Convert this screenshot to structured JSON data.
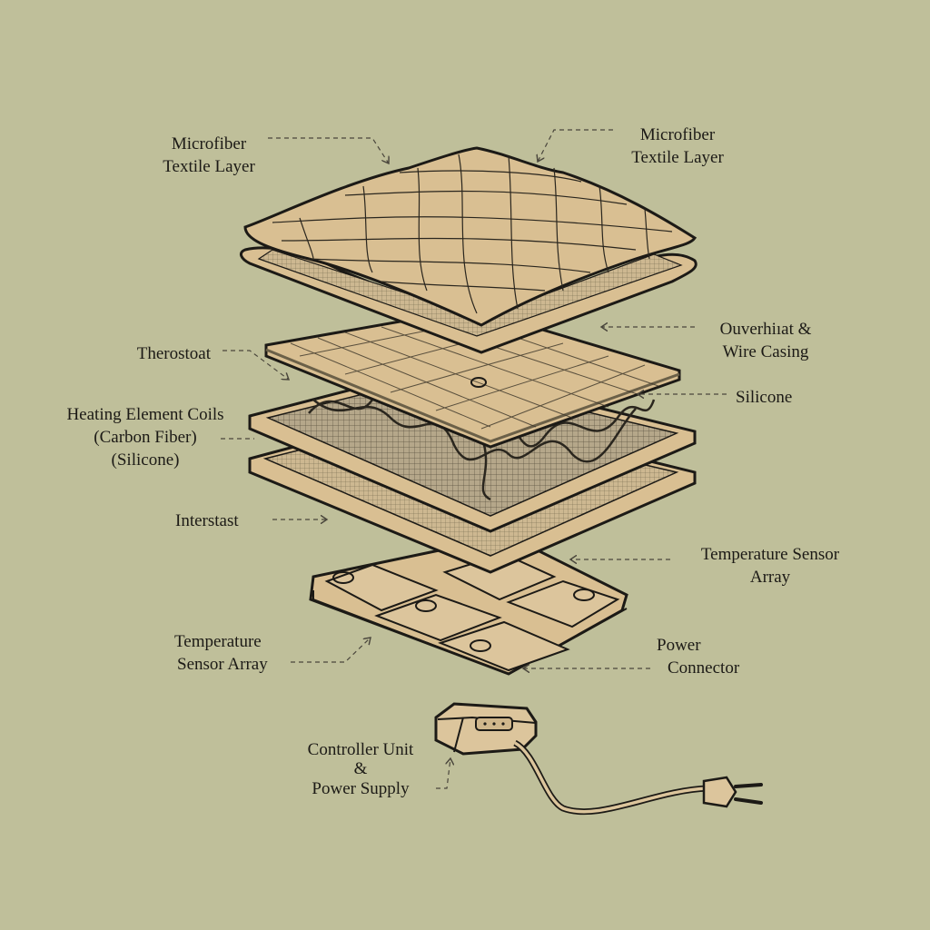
{
  "colors": {
    "background": "#bfbf9a",
    "layer_fill": "#d9bf92",
    "mesh_fill": "#b9aa88",
    "outline": "#1c1a16",
    "leader_line": "#4a463c"
  },
  "diagram": {
    "type": "exploded-view",
    "subject": "heated pad layers",
    "labels": [
      {
        "id": "microfiber-left",
        "lines": [
          "Microfiber",
          "Textile Layer"
        ]
      },
      {
        "id": "microfiber-right",
        "lines": [
          "Microfiber",
          "Textile Layer"
        ]
      },
      {
        "id": "overheat",
        "lines": [
          "Ouverhiıat &",
          "Wire Casing"
        ]
      },
      {
        "id": "thermostat",
        "lines": [
          "Therostoat"
        ]
      },
      {
        "id": "silicone",
        "lines": [
          "Silicone"
        ]
      },
      {
        "id": "heating",
        "lines": [
          "Heating Element Coils",
          "(Carbon Fiber)",
          "(Silicone)"
        ]
      },
      {
        "id": "interstast",
        "lines": [
          "Interstast"
        ]
      },
      {
        "id": "temp-sensor-right",
        "lines": [
          "Temperature Sensor",
          "Array"
        ]
      },
      {
        "id": "temp-sensor-left",
        "lines": [
          "Temperature",
          "Sensor Array"
        ]
      },
      {
        "id": "power-connector",
        "lines": [
          "Power",
          "Connector"
        ]
      },
      {
        "id": "controller",
        "lines": [
          "Controller Unit",
          "&",
          "Power Supply"
        ]
      }
    ],
    "components": [
      "quilted-microfiber-layer",
      "mesh-textile-layer",
      "thermostat-grid-layer",
      "heating-coil-mesh-layer",
      "interstast-mesh-layer",
      "temperature-sensor-base",
      "controller-unit",
      "power-cord",
      "power-plug"
    ]
  }
}
